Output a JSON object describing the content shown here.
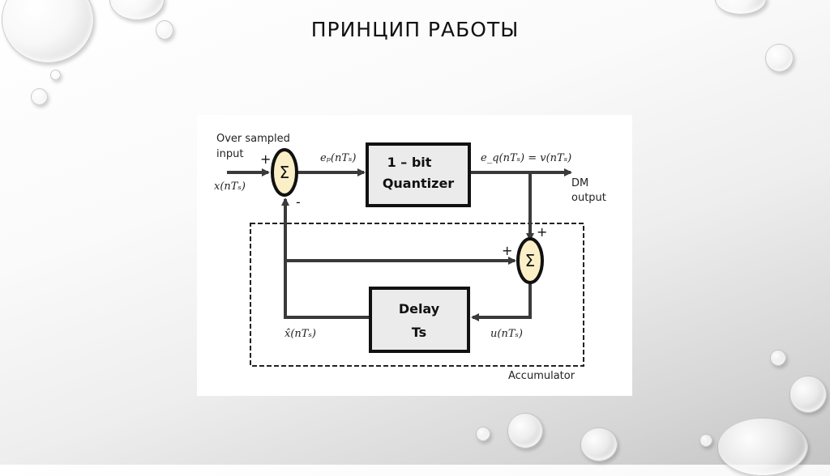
{
  "slide": {
    "title": "ПРИНЦИП РАБОТЫ"
  },
  "diagram": {
    "input_label_line1": "Over sampled",
    "input_label_line2": "input",
    "input_signal": "x(nTₛ)",
    "summer1_plus": "+",
    "summer1_minus": "-",
    "summer_symbol": "Σ",
    "error_signal": "eₚ(nTₛ)",
    "quantizer_line1": "1 – bit",
    "quantizer_line2": "Quantizer",
    "output_signal": "e_q(nTₛ) = v(nTₛ)",
    "output_label_line1": "DM",
    "output_label_line2": "output",
    "summer2_plus_top": "+",
    "summer2_plus_left": "+",
    "delay_line1": "Delay",
    "delay_line2": "Ts",
    "delay_input_signal": "u(nTₛ)",
    "delay_output_signal": "x̂(nTₛ)",
    "accumulator_label": "Accumulator",
    "colors": {
      "summer_fill": "#fbefc8",
      "block_fill": "#ebebeb",
      "line": "#3a3a3a"
    }
  }
}
